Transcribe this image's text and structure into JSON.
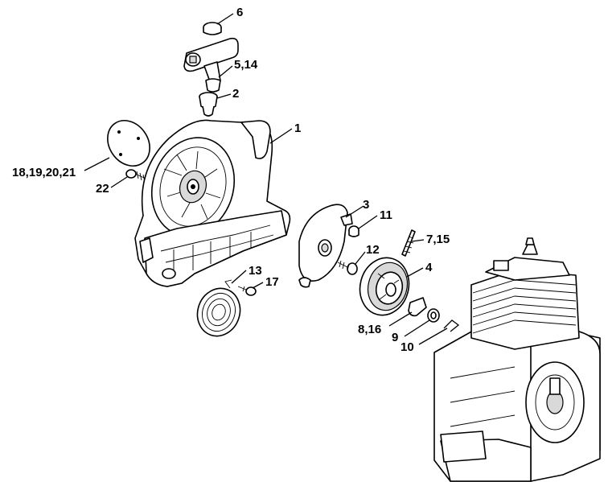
{
  "callouts": {
    "c1": "1",
    "c2": "2",
    "c3": "3",
    "c4": "4",
    "c5": "5,14",
    "c6": "6",
    "c7": "7,15",
    "c8": "8,16",
    "c9": "9",
    "c10": "10",
    "c11": "11",
    "c12": "12",
    "c13": "13",
    "c17": "17",
    "c18": "18,19,20,21",
    "c22": "22"
  }
}
